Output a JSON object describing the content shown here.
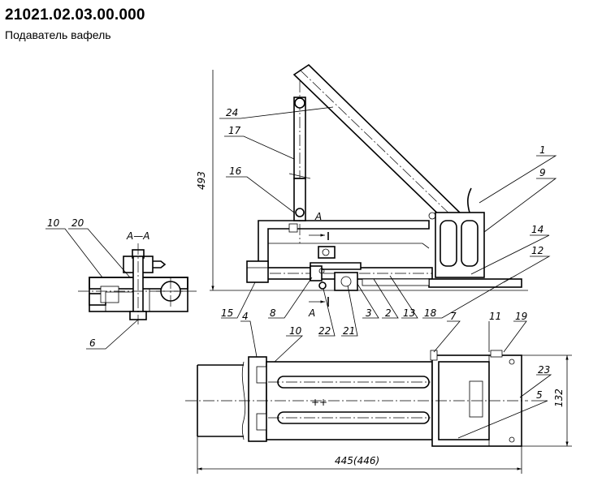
{
  "header": {
    "code": "21021.02.03.00.000",
    "title": "Подаватель вафель"
  },
  "section": {
    "label": "A—A",
    "arrow_label": "A"
  },
  "dimensions": {
    "height": "493",
    "width": "132",
    "length": "445(446)",
    "center_mark": "++"
  },
  "callouts": {
    "p1": "1",
    "p2": "2",
    "p3": "3",
    "p4": "4",
    "p5": "5",
    "p6": "6",
    "p7": "7",
    "p8": "8",
    "p9": "9",
    "p10": "10",
    "p11": "11",
    "p12": "12",
    "p13": "13",
    "p14": "14",
    "p15": "15",
    "p16": "16",
    "p17": "17",
    "p18": "18",
    "p19": "19",
    "p20": "20",
    "p21": "21",
    "p22": "22",
    "p23": "23",
    "p24": "24"
  }
}
